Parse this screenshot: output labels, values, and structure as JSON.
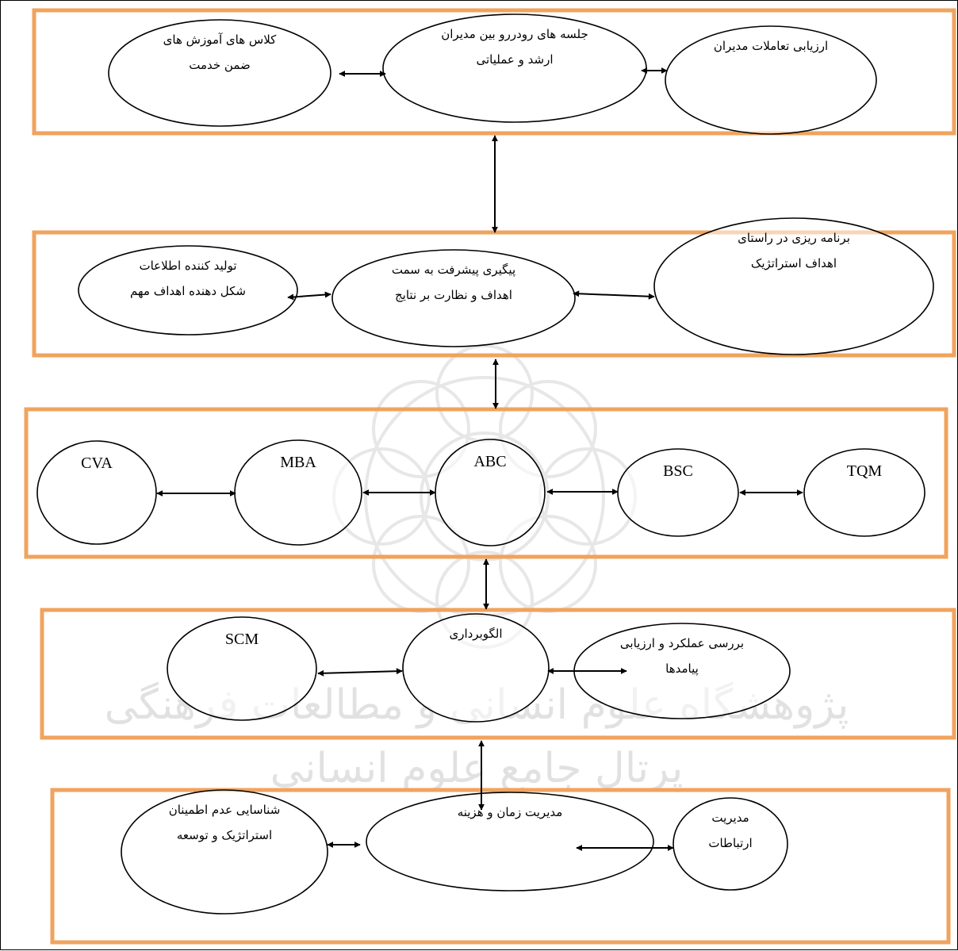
{
  "colors": {
    "row_border": "#f0a35e",
    "stroke": "#000000",
    "watermark": "#cfcfcf"
  },
  "watermark": {
    "line1": "پژوهشگاه علوم انسانی و مطالعات فرهنگی",
    "line2": "پرتال جامع علوم انسانی"
  },
  "rows": [
    {
      "nodes": [
        {
          "lines": [
            "ارزیابی تعاملات مدیران"
          ]
        },
        {
          "lines": [
            "جلسه های رودررو بین مدیران",
            "ارشد و عملیاتی"
          ]
        },
        {
          "lines": [
            "کلاس های آموزش های",
            "ضمن خدمت"
          ]
        }
      ]
    },
    {
      "nodes": [
        {
          "lines": [
            "برنامه ریزی در راستای",
            "اهداف استراتژیک"
          ]
        },
        {
          "lines": [
            "پیگیری پیشرفت به سمت",
            "اهداف و نظارت بر نتایج"
          ]
        },
        {
          "lines": [
            "تولید کننده اطلاعات",
            "شکل دهنده اهداف مهم"
          ]
        }
      ]
    },
    {
      "nodes": [
        {
          "lines": [
            "TQM"
          ]
        },
        {
          "lines": [
            "BSC"
          ]
        },
        {
          "lines": [
            "ABC"
          ]
        },
        {
          "lines": [
            "MBA"
          ]
        },
        {
          "lines": [
            "CVA"
          ]
        }
      ]
    },
    {
      "nodes": [
        {
          "lines": [
            "بررسی عملکرد و ارزیابی",
            "پیامدها"
          ]
        },
        {
          "lines": [
            "الگوبرداری"
          ]
        },
        {
          "lines": [
            "SCM"
          ]
        }
      ]
    },
    {
      "nodes": [
        {
          "lines": [
            "مدیریت",
            "ارتباطات"
          ]
        },
        {
          "lines": [
            "مدیریت زمان و هزینه"
          ]
        },
        {
          "lines": [
            "شناسایی عدم اطمینان",
            "استراتژیک و توسعه"
          ]
        }
      ]
    }
  ]
}
